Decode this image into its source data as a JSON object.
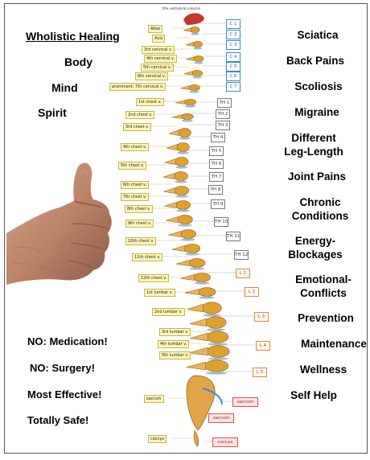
{
  "header": "the vertebral column",
  "left_words": [
    "Wholistic Healing",
    "Body",
    "Mind",
    "Spirit"
  ],
  "promises": [
    "NO: Medication!",
    "NO: Surgery!",
    "Most Effective!",
    "Totally Safe!"
  ],
  "conditions": [
    {
      "lines": [
        "Sciatica"
      ]
    },
    {
      "lines": [
        "Back Pains"
      ]
    },
    {
      "lines": [
        "Scoliosis"
      ]
    },
    {
      "lines": [
        "Migraine"
      ]
    },
    {
      "lines": [
        "Different",
        "Leg-Length"
      ]
    },
    {
      "lines": [
        "Joint Pains"
      ]
    },
    {
      "lines": [
        "Chronic",
        "Conditions"
      ]
    },
    {
      "lines": [
        "Energy-",
        "Blockages"
      ]
    },
    {
      "lines": [
        "Emotional-",
        "Conflicts"
      ]
    },
    {
      "lines": [
        "Prevention"
      ]
    },
    {
      "lines": [
        "Maintenance"
      ]
    },
    {
      "lines": [
        "Wellness"
      ]
    },
    {
      "lines": [
        "Self Help"
      ]
    }
  ],
  "vertebra_labels": [
    "Atlas",
    "Axis",
    "3rd cervical v.",
    "4th cervical v.",
    "5th cervical v.",
    "6th cervical v.",
    "prominent: 7th cervical v.",
    "1st chest v.",
    "2nd chest v.",
    "3rd chest v.",
    "4th chest v.",
    "5th chest v.",
    "6th chest v.",
    "7th chest v.",
    "8th chest v.",
    "9th chest v.",
    "10th chest v.",
    "11th chest v.",
    "12th chest v.",
    "1st lumbar v.",
    "2nd lumbar v.",
    "3rd lumbar v.",
    "4th lumbar v.",
    "5th lumbar v.",
    "sacrum",
    "coccyx"
  ],
  "segment_labels": [
    "C 1",
    "C 2",
    "C 3",
    "C 4",
    "C 5",
    "C 6",
    "C 7",
    "TH 1",
    "TH 2",
    "TH 3",
    "TH 4",
    "TH 5",
    "TH 6",
    "TH 7",
    "TH 8",
    "TH 9",
    "TH 10",
    "TH 11",
    "TH 12",
    "L 1",
    "L 2",
    "L 3",
    "L 4",
    "L 5",
    "sacrum",
    "sacrum",
    "coccyx"
  ],
  "colors": {
    "cervical": "#3f86c9",
    "thoracic": "#777777",
    "lumbar": "#d98a3a",
    "sacral": "#cc5555",
    "bone": "#e0a030",
    "disc": "#9bbbd6",
    "label_bg": "#fdf6b8"
  },
  "icons": [
    "thumbs-up-hand-photo"
  ]
}
